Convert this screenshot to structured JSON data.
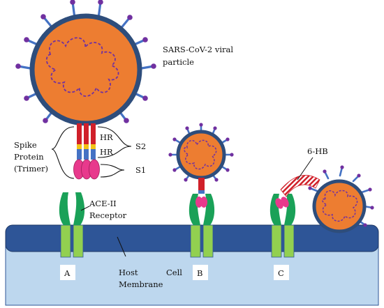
{
  "labels": {
    "virus_line1": "SARS-CoV-2  viral",
    "virus_line2": "particle",
    "spike_line1": "Spike",
    "spike_line2": "Protein",
    "spike_line3": "(Trimer)",
    "hr_top": "HR",
    "hr_bottom": "HR",
    "s2": "S2",
    "s1": "S1",
    "hb6": "6-HB",
    "ace_line1": "ACE-II",
    "ace_line2": "Receptor",
    "panel_a": "A",
    "panel_b": "B",
    "panel_c": "C",
    "host_line1": "Host",
    "host_line1b": "Cell",
    "host_line2": "Membrane"
  },
  "colors": {
    "virus_fill": "#ed7d31",
    "virus_border": "#2e4d7b",
    "rna": "#7030a0",
    "spike_red": "#d0202a",
    "spike_blue": "#4472c4",
    "spike_yellow": "#f2c318",
    "s1_pink": "#e8398c",
    "receptor_green": "#1aa158",
    "tm_green": "#92d050",
    "membrane_blue": "#2e5597",
    "cytoplasm": "#bdd7ee"
  }
}
